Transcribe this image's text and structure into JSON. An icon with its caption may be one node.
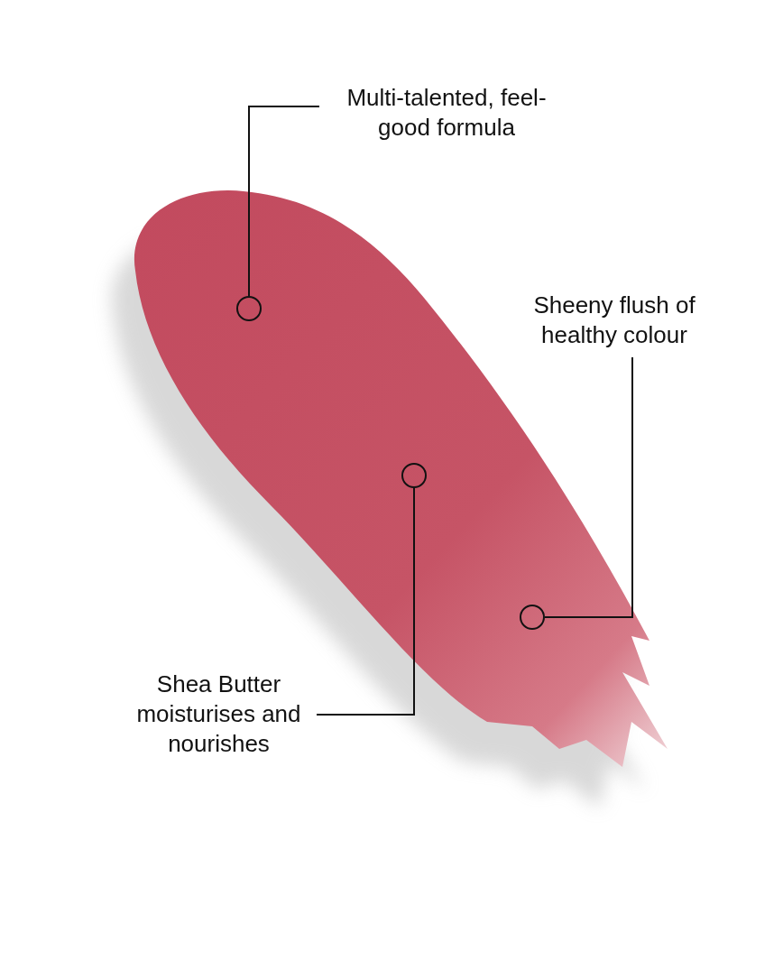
{
  "diagram": {
    "nodes": [
      {
        "text": [
          "Multi-talented, feel-good formula"
        ]
      },
      {
        "text": [],
        "shape": "circle"
      },
      {
        "text": [
          "Sheeny flush of healthy colour"
        ]
      },
      {
        "text": [],
        "shape": "circle"
      },
      {
        "text": [],
        "shape": "circle"
      },
      {
        "text": [
          "Shea Butter moisturises and nourishes"
        ]
      }
    ],
    "edges": [
      {
        "from": 0,
        "to": 1,
        "arrow": "none"
      },
      {
        "from": 2,
        "to": 4,
        "arrow": "none"
      },
      {
        "from": 5,
        "to": 3,
        "arrow": "none"
      }
    ]
  }
}
